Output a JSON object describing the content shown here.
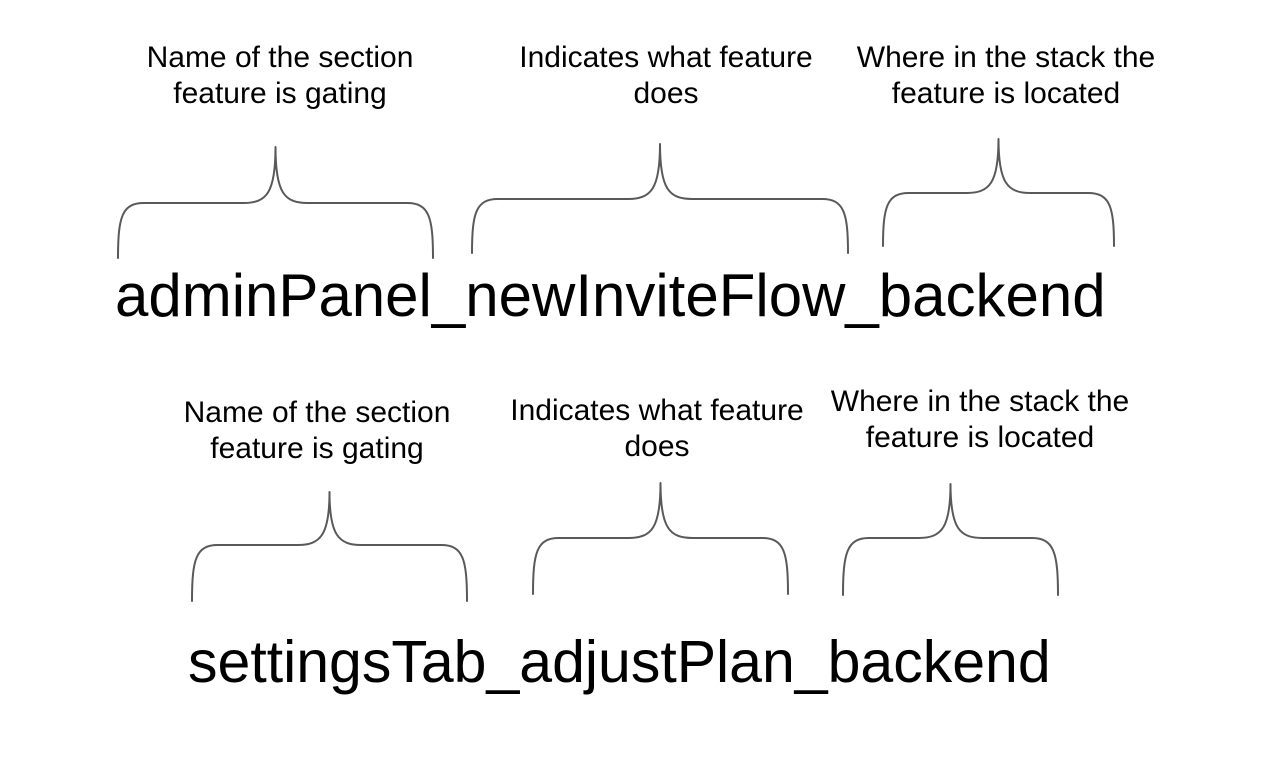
{
  "colors": {
    "background": "#ffffff",
    "text": "#000000",
    "brace": "#595959"
  },
  "examples": [
    {
      "flag_name": "adminPanel_newInviteFlow_backend",
      "annotations": [
        {
          "lines": [
            "Name of the section",
            "feature is gating"
          ]
        },
        {
          "lines": [
            "Indicates what feature",
            "does"
          ]
        },
        {
          "lines": [
            "Where in the stack the",
            "feature is located"
          ]
        }
      ]
    },
    {
      "flag_name": "settingsTab_adjustPlan_backend",
      "annotations": [
        {
          "lines": [
            "Name of the section",
            "feature is gating"
          ]
        },
        {
          "lines": [
            "Indicates what feature",
            "does"
          ]
        },
        {
          "lines": [
            "Where in the stack the",
            "feature is located"
          ]
        }
      ]
    }
  ]
}
